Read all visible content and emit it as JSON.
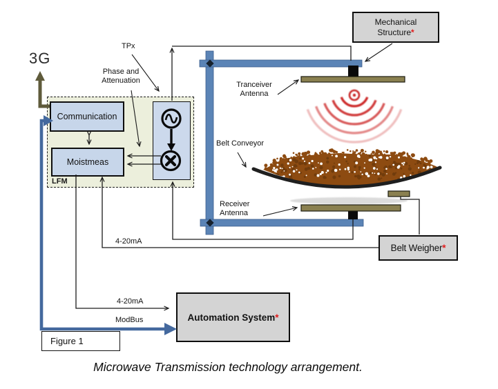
{
  "diagram": {
    "caption": "Microwave Transmission technology arrangement.",
    "figure_label": "Figure 1",
    "asterisk": "*",
    "boxes": {
      "communication": "Communication",
      "moistmeas": "Moistmeas",
      "lfm": "LFM",
      "mechanical_structure": "Mechanical Structure",
      "belt_weigher": "Belt Weigher",
      "automation_system": "Automation System"
    },
    "labels": {
      "g3": "3G",
      "tpx": "TPx",
      "phase_attenuation": "Phase and Attenuation",
      "tranceiver_antenna": "Tranceiver Antenna",
      "belt_conveyor": "Belt Conveyor",
      "receiver_antenna": "Receiver Antenna",
      "ma_to_moistmeas": "4-20mA",
      "ma_to_automation": "4-20mA",
      "modbus": "ModBus"
    },
    "icons": {
      "oscillator": "sine-wave-circle-icon",
      "mixer": "multiply-circle-icon"
    },
    "colors": {
      "structure_blue": "#5b84b6",
      "module_blue": "#c7d6ea",
      "hardware_gray": "#d4d4d4",
      "lfm_green": "#ecefdc",
      "antenna_tan": "#8a8050",
      "beam_red": "#cd2a2a",
      "material_brown": "#8d4b11",
      "modbus_blue": "#44699e",
      "g3_olive": "#5f5b3b",
      "asterisk_red": "#e21b1b"
    }
  }
}
